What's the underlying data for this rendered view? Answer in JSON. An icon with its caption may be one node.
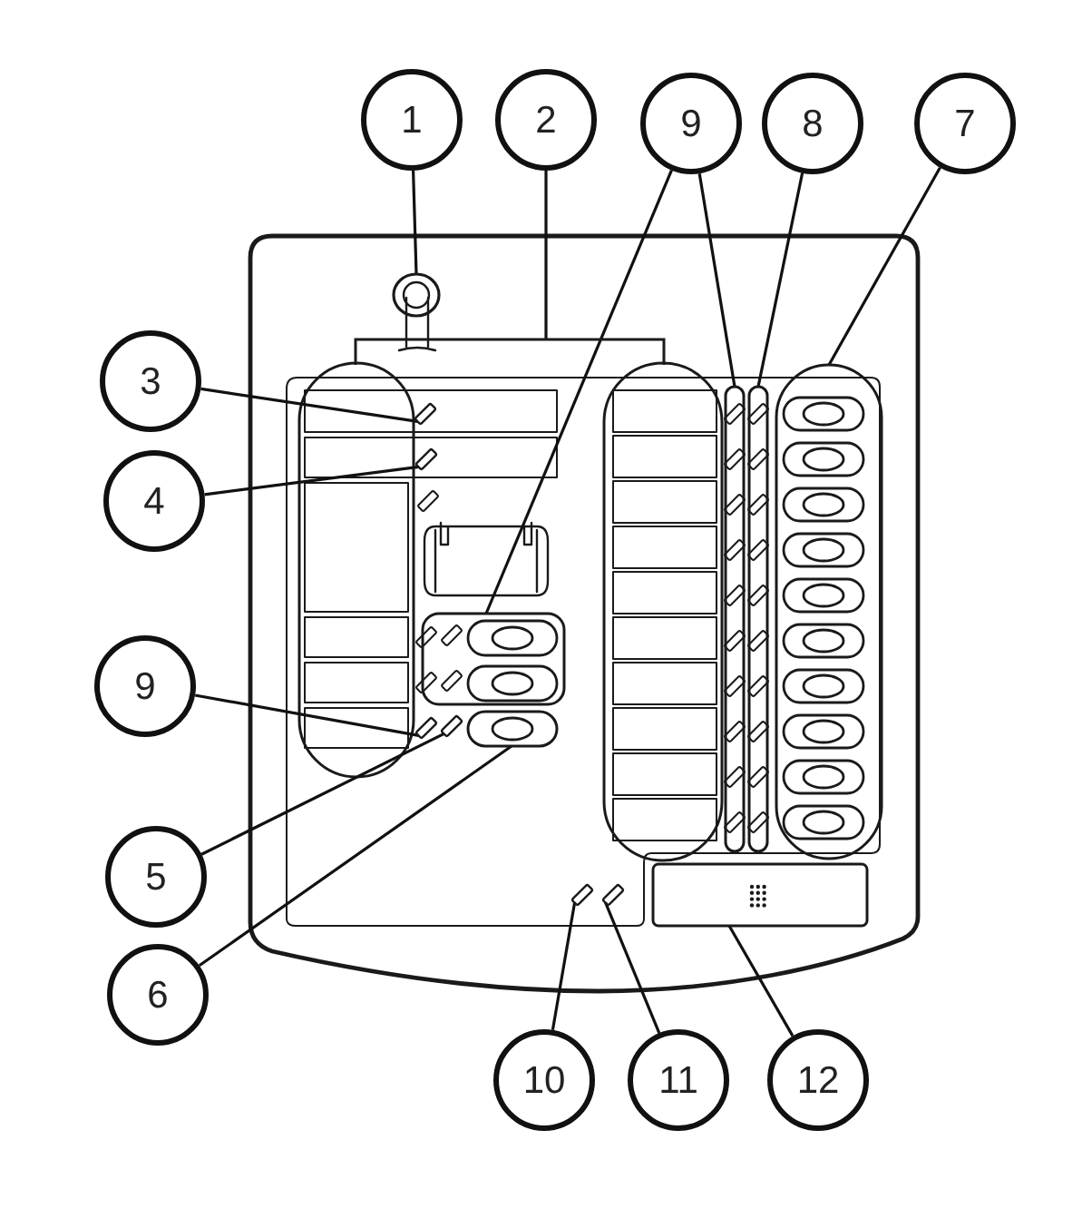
{
  "diagram": {
    "nodes": [
      {
        "text": [
          "1"
        ]
      },
      {
        "text": [
          "2"
        ]
      },
      {
        "text": [
          "9"
        ]
      },
      {
        "text": [
          "8"
        ]
      },
      {
        "text": [
          "7"
        ]
      },
      {
        "text": [
          "3"
        ]
      },
      {
        "text": [
          "4"
        ]
      },
      {
        "text": [
          "9"
        ]
      },
      {
        "text": [
          "5"
        ]
      },
      {
        "text": [
          "6"
        ]
      },
      {
        "text": [
          "10"
        ]
      },
      {
        "text": [
          "11"
        ]
      },
      {
        "text": [
          "12"
        ]
      },
      {
        "text": [],
        "shape": "circle"
      },
      {
        "text": [],
        "shape": "box"
      },
      {
        "text": [],
        "shape": "bar"
      },
      {
        "text": [],
        "shape": "bar"
      },
      {
        "text": [],
        "shape": "bar"
      },
      {
        "text": [],
        "shape": "box"
      },
      {
        "text": [],
        "shape": "box"
      },
      {
        "text": [],
        "shape": "box"
      },
      {
        "text": [],
        "shape": "box"
      },
      {
        "text": [],
        "shape": "box"
      },
      {
        "text": [],
        "shape": "bar"
      },
      {
        "text": [],
        "shape": "box"
      },
      {
        "text": [],
        "shape": "box"
      },
      {
        "text": [],
        "shape": "box"
      }
    ],
    "edges": [
      {
        "from": 0,
        "to": 13,
        "arrow": "none"
      },
      {
        "from": 1,
        "to": 14,
        "arrow": "none"
      },
      {
        "from": 2,
        "to": 20,
        "arrow": "none"
      },
      {
        "from": 2,
        "to": 15,
        "arrow": "none"
      },
      {
        "from": 3,
        "to": 16,
        "arrow": "none"
      },
      {
        "from": 4,
        "to": 17,
        "arrow": "none"
      },
      {
        "from": 5,
        "to": 18,
        "arrow": "none"
      },
      {
        "from": 6,
        "to": 19,
        "arrow": "none"
      },
      {
        "from": 7,
        "to": 21,
        "arrow": "none"
      },
      {
        "from": 8,
        "to": 22,
        "arrow": "none"
      },
      {
        "from": 9,
        "to": 23,
        "arrow": "none"
      },
      {
        "from": 10,
        "to": 24,
        "arrow": "none"
      },
      {
        "from": 11,
        "to": 25,
        "arrow": "none"
      },
      {
        "from": 12,
        "to": 26,
        "arrow": "none"
      }
    ]
  }
}
